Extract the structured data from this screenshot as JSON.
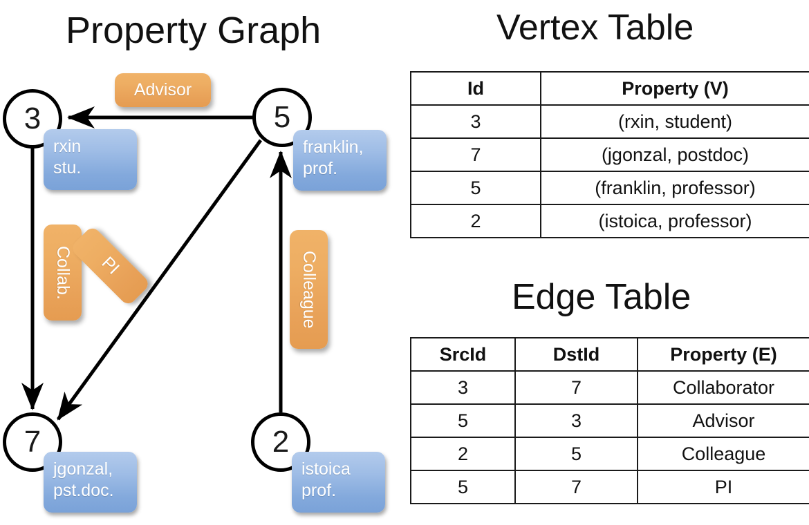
{
  "titles": {
    "property_graph": "Property Graph",
    "vertex_table": "Vertex Table",
    "edge_table": "Edge Table"
  },
  "graph": {
    "vertices": [
      {
        "id": "3",
        "label_line1": "rxin",
        "label_line2": "stu."
      },
      {
        "id": "5",
        "label_line1": "franklin,",
        "label_line2": "prof."
      },
      {
        "id": "7",
        "label_line1": "jgonzal,",
        "label_line2": "pst.doc."
      },
      {
        "id": "2",
        "label_line1": "istoica",
        "label_line2": "prof."
      }
    ],
    "edge_labels": [
      {
        "name": "advisor",
        "text": "Advisor"
      },
      {
        "name": "collab",
        "text": "Collab."
      },
      {
        "name": "pi",
        "text": "PI"
      },
      {
        "name": "colleague",
        "text": "Colleague"
      }
    ]
  },
  "vertex_table": {
    "headers": [
      "Id",
      "Property (V)"
    ],
    "rows": [
      [
        "3",
        "(rxin, student)"
      ],
      [
        "7",
        "(jgonzal, postdoc)"
      ],
      [
        "5",
        "(franklin, professor)"
      ],
      [
        "2",
        "(istoica, professor)"
      ]
    ]
  },
  "edge_table": {
    "headers": [
      "SrcId",
      "DstId",
      "Property (E)"
    ],
    "rows": [
      [
        "3",
        "7",
        "Collaborator"
      ],
      [
        "5",
        "3",
        "Advisor"
      ],
      [
        "2",
        "5",
        "Colleague"
      ],
      [
        "5",
        "7",
        "PI"
      ]
    ]
  },
  "colors": {
    "vertex_property_fill": "#ccd9ee",
    "edge_property_fill": "#f7dcc2",
    "vertex_badge": "#8fb2e0",
    "edge_badge": "#eeab60",
    "stroke": "#000000"
  }
}
